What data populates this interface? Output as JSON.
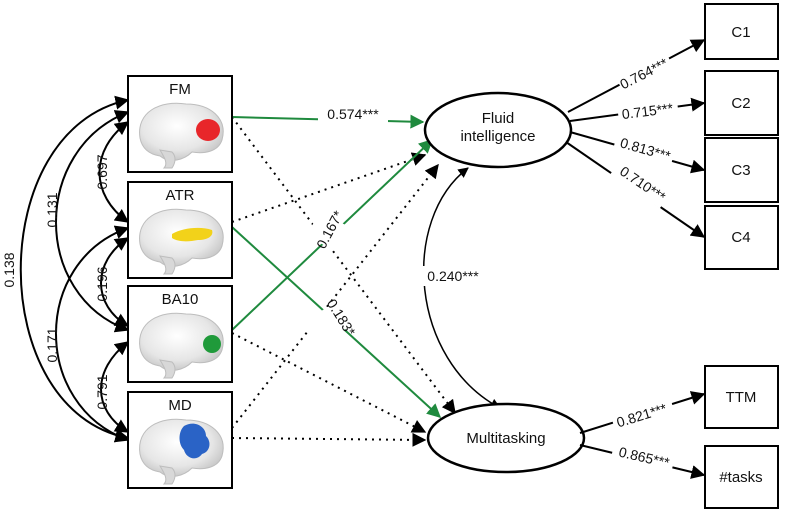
{
  "regions": [
    {
      "label": "FM",
      "color": "#e8262a"
    },
    {
      "label": "ATR",
      "color": "#f2d21a"
    },
    {
      "label": "BA10",
      "color": "#1f9a3a"
    },
    {
      "label": "MD",
      "color": "#2a63c6"
    }
  ],
  "latents": {
    "fluid": {
      "line1": "Fluid",
      "line2": "intelligence"
    },
    "multitasking": {
      "label": "Multitasking"
    }
  },
  "indicators": {
    "fluid": [
      "C1",
      "C2",
      "C3",
      "C4"
    ],
    "multitasking": [
      "TTM",
      "#tasks"
    ]
  },
  "coefficients": {
    "fm_atr": "0.697",
    "fm_ba10": "0.131",
    "fm_md": "0.138",
    "atr_ba10": "0.196",
    "atr_md": "0.171",
    "ba10_md": "0.791",
    "fm_fluid": "0.574***",
    "ba10_fluid": "0.167*",
    "atr_multi": "0.183*",
    "fluid_multi": "0.240***",
    "c1": "0.764***",
    "c2": "0.715***",
    "c3": "0.813***",
    "c4": "0.710***",
    "ttm": "0.821***",
    "tasks": "0.865***"
  },
  "colors": {
    "significant_path": "#1f8a3e",
    "line": "#000000"
  }
}
